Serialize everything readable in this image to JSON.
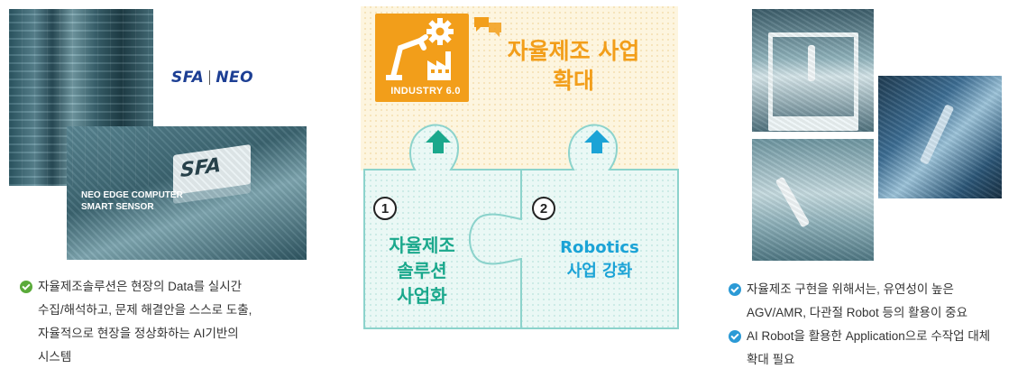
{
  "left": {
    "logo": {
      "sfa": "SFA",
      "neo": "NEO"
    },
    "device_brand": "SFA",
    "caption": [
      "NEO EDGE COMPUTER",
      "SMART SENSOR"
    ],
    "bullet": [
      "자율제조솔루션은 현장의 Data를 실시간",
      "수집/해석하고, 문제 해결안을 스스로 도출,",
      "자율적으로 현장을 정상화하는 AI기반의",
      "시스템"
    ]
  },
  "center": {
    "title": [
      "자율제조 사업",
      "확대"
    ],
    "industry_label": "INDUSTRY 6.0",
    "piece1": {
      "number": "1",
      "lines": [
        "자율제조",
        "솔루션",
        "사업화"
      ]
    },
    "piece2": {
      "number": "2",
      "lines": [
        "Robotics",
        "사업 강화"
      ]
    },
    "colors": {
      "orange": "#f29e1a",
      "teal": "#1aa88c",
      "blue": "#1ba3d6",
      "outline": "#8cd3cc"
    }
  },
  "right": {
    "bullets": [
      {
        "lines": [
          "자율제조 구현을 위해서는, 유연성이 높은",
          "AGV/AMR, 다관절 Robot 등의 활용이 중요"
        ]
      },
      {
        "lines": [
          "AI Robot을 활용한 Application으로 수작업 대체",
          "확대 필요"
        ]
      }
    ]
  }
}
